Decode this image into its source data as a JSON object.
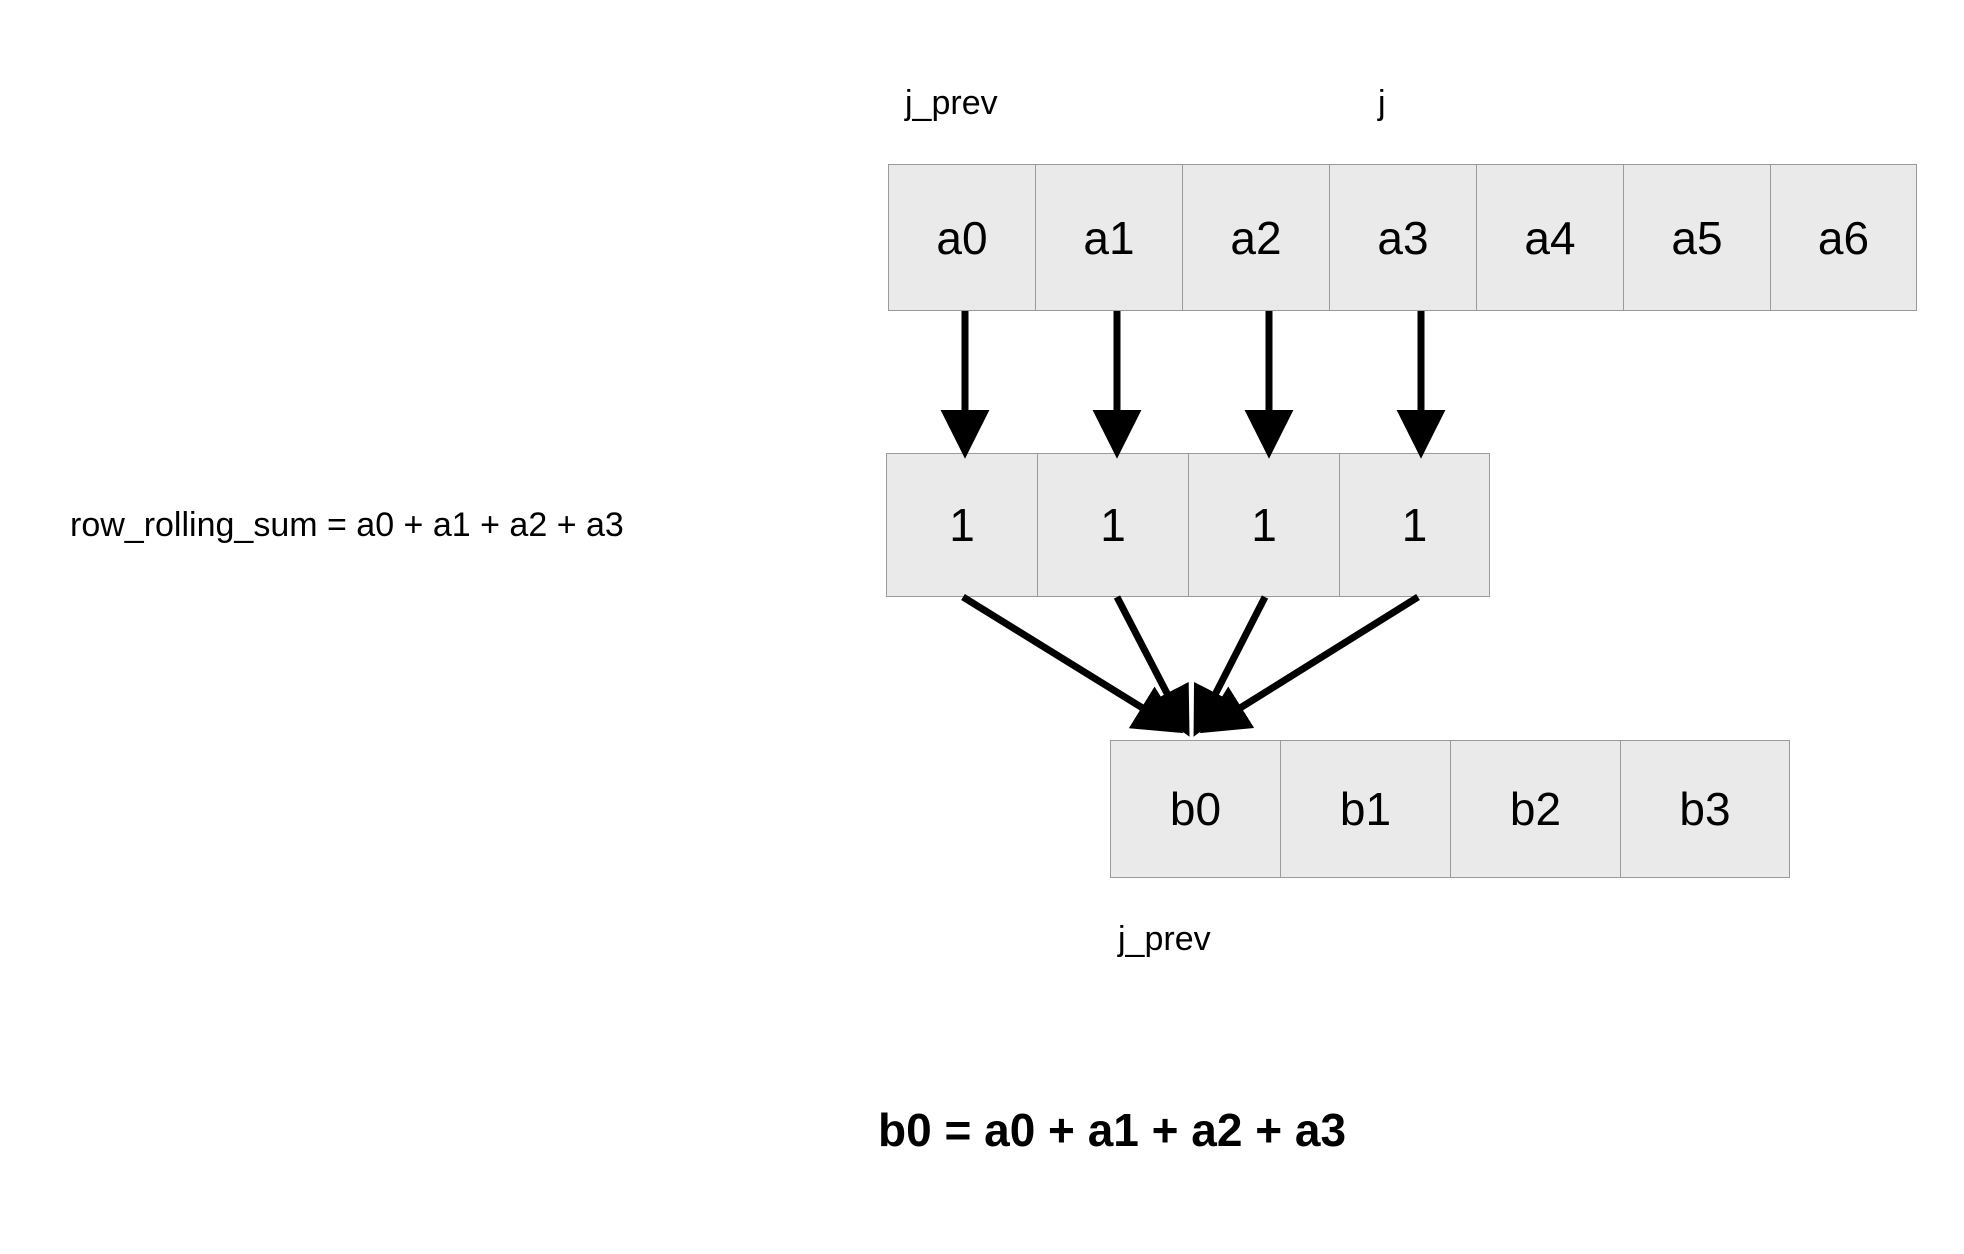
{
  "diagram": {
    "title_caption": "b0 = a0 + a1 + a2 + a3",
    "side_label": "row_rolling_sum = a0 + a1 + a2 + a3",
    "top_labels": {
      "j_prev": "j_prev",
      "j": "j"
    },
    "bottom_label": "j_prev",
    "colors": {
      "cell_fill": "#eaeaea",
      "cell_border": "#9a9a9a",
      "arrow": "#000000",
      "text": "#000000",
      "background": "#ffffff"
    },
    "rows": {
      "input_array": {
        "name": "a",
        "cells": [
          "a0",
          "a1",
          "a2",
          "a3",
          "a4",
          "a5",
          "a6"
        ]
      },
      "window_ones": {
        "name": "ones",
        "cells": [
          "1",
          "1",
          "1",
          "1"
        ]
      },
      "output_array": {
        "name": "b",
        "cells": [
          "b0",
          "b1",
          "b2",
          "b3"
        ]
      }
    },
    "arrows": {
      "down_arrows": [
        {
          "from": "a0",
          "to": "ones0"
        },
        {
          "from": "a1",
          "to": "ones1"
        },
        {
          "from": "a2",
          "to": "ones2"
        },
        {
          "from": "a3",
          "to": "ones3"
        }
      ],
      "converging_arrows": [
        {
          "from": "ones0",
          "to": "b0"
        },
        {
          "from": "ones1",
          "to": "b0"
        },
        {
          "from": "ones2",
          "to": "b0"
        },
        {
          "from": "ones3",
          "to": "b0"
        }
      ]
    }
  }
}
